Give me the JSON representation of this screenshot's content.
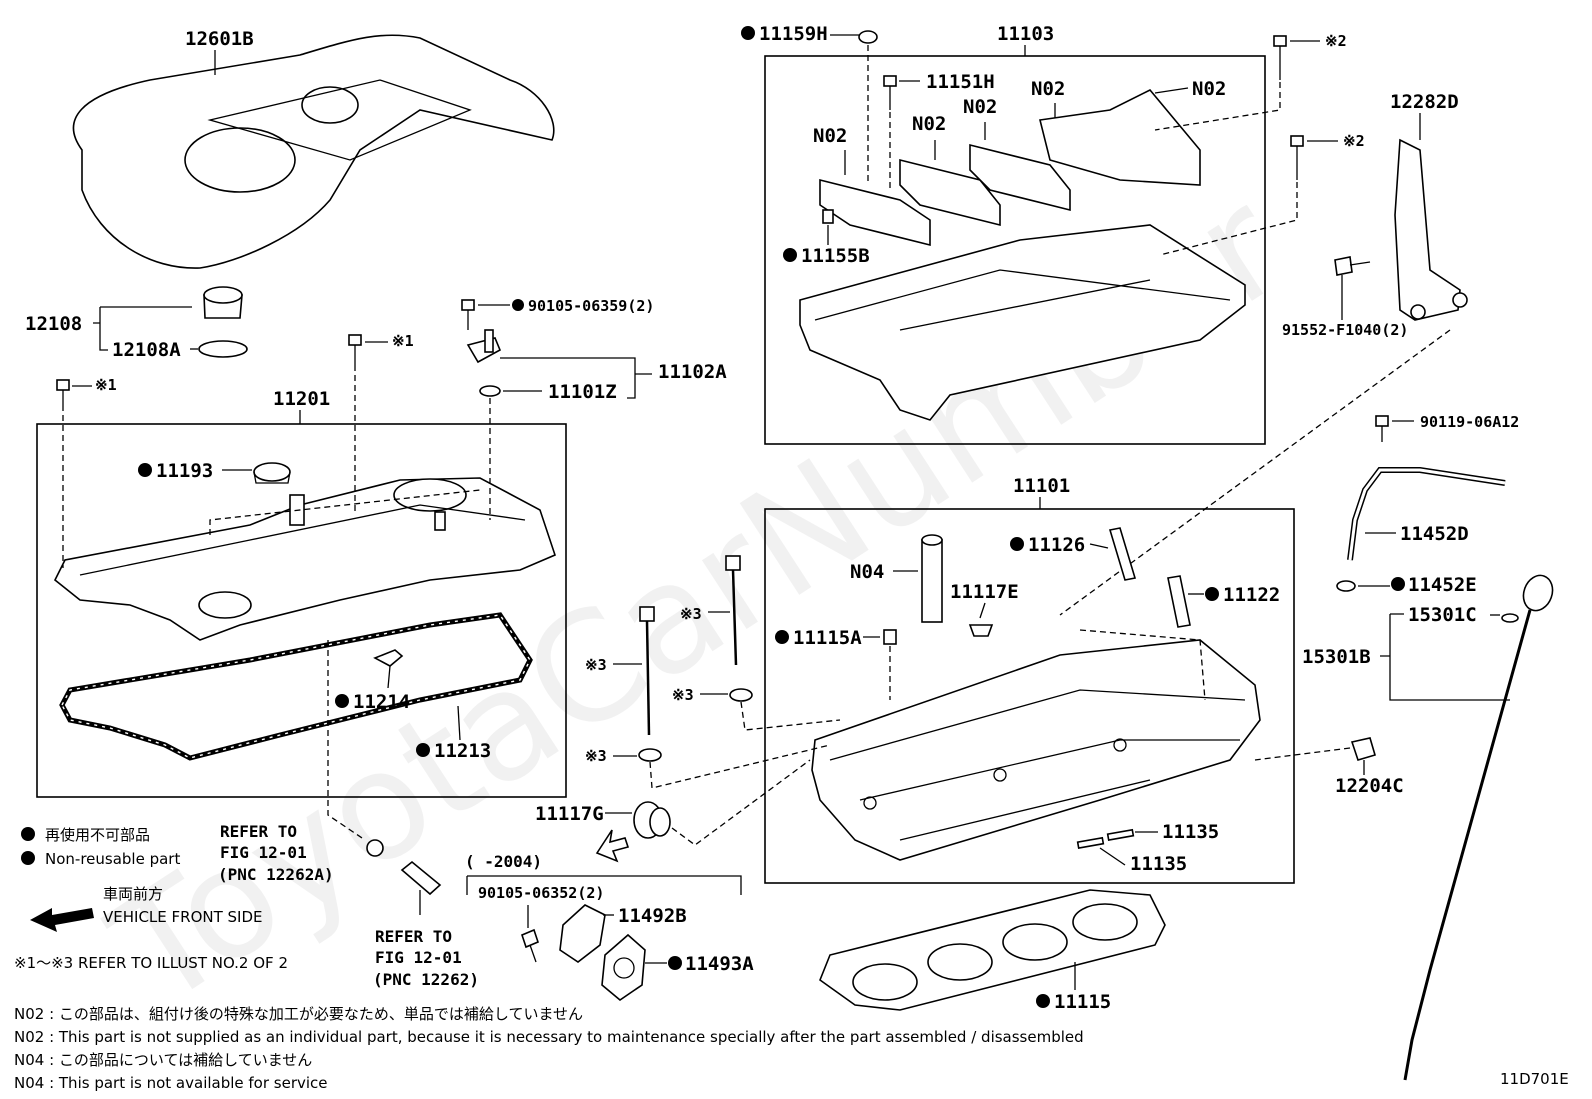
{
  "watermark": "ToyotaCarNumber",
  "diagram_code": "11D701E",
  "labels": {
    "p12601B": "12601B",
    "p11103": "11103",
    "p11159H": "11159H",
    "p11151H": "11151H",
    "n02_a": "N02",
    "n02_b": "N02",
    "n02_c": "N02",
    "n02_d": "N02",
    "n02_e": "N02",
    "p11155B": "11155B",
    "star2_a": "※2",
    "star2_b": "※2",
    "p12282D": "12282D",
    "p91552": "91552-F1040(2)",
    "p12108": "12108",
    "p12108A": "12108A",
    "p90105_06359": "90105-06359(2)",
    "star1_a": "※1",
    "star1_b": "※1",
    "p11102A": "11102A",
    "p11101Z": "11101Z",
    "p11201": "11201",
    "p11193": "11193",
    "p11214": "11214",
    "p11213": "11213",
    "p90119": "90119-06A12",
    "p11101": "11101",
    "p11126": "11126",
    "n04": "N04",
    "p11117E": "11117E",
    "p11122": "11122",
    "p11115A": "11115A",
    "p11452D": "11452D",
    "p11452E": "11452E",
    "p15301C": "15301C",
    "p15301B": "15301B",
    "star3_a": "※3",
    "star3_b": "※3",
    "star3_c": "※3",
    "star3_d": "※3",
    "p12204C": "12204C",
    "p11117G": "11117G",
    "p11135_a": "11135",
    "p11135_b": "11135",
    "range": "(      -2004)",
    "p90105_06352": "90105-06352(2)",
    "p11492B": "11492B",
    "p11493A": "11493A",
    "p11115": "11115"
  },
  "refer1": {
    "line1": "REFER TO",
    "line2": "FIG 12-01",
    "line3": "(PNC 12262A)"
  },
  "refer2": {
    "line1": "REFER TO",
    "line2": "FIG 12-01",
    "line3": "(PNC 12262)"
  },
  "legend": {
    "non_reusable_jp": "再使用不可部品",
    "non_reusable_en": "Non-reusable part",
    "front_jp": "車両前方",
    "front_en": "VEHICLE FRONT SIDE",
    "refer_illust": "※1～※3  REFER TO ILLUST NO.2 OF 2"
  },
  "notes": [
    "N02 : この部品は、組付け後の特殊な加工が必要なため、単品では補給していません",
    "N02 : This part is not supplied as an individual part, because it is necessary to maintenance specially after the part assembled / disassembled",
    "N04 : この部品については補給していません",
    "N04 : This part is not available for service"
  ]
}
